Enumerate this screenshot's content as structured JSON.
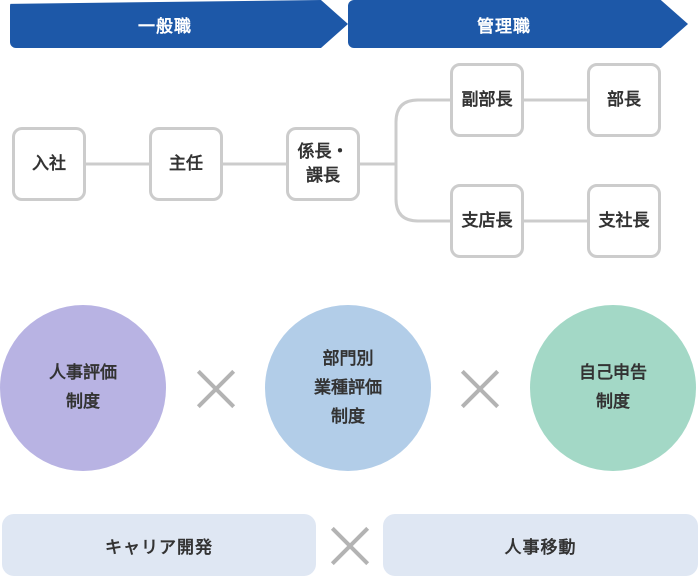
{
  "header": {
    "general_label": "一般職",
    "management_label": "管理職"
  },
  "career_path": {
    "nyusha": "入社",
    "shunin": "主任",
    "kacho": "係長・\n課長",
    "fukubucho": "副部長",
    "bucho": "部長",
    "shitencho": "支店長",
    "shishacho": "支社長"
  },
  "systems": {
    "jinji": "人事評価\n制度",
    "bumon": "部門別\n業種評価\n制度",
    "jiko": "自己申告\n制度"
  },
  "bottom": {
    "career": "キャリア開発",
    "idou": "人事移動"
  },
  "colors": {
    "header_blue": "#1d58a8",
    "circle_purple": "#b8b3e3",
    "circle_blue": "#b2cde8",
    "circle_green": "#a3d8c6",
    "pill_bg": "#dfe7f3"
  }
}
